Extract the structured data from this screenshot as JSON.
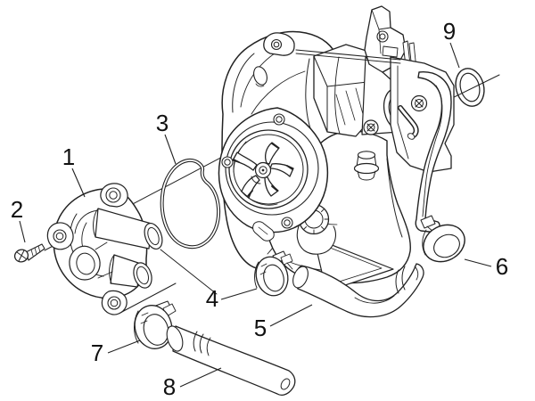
{
  "figure": {
    "type": "exploded-parts-diagram",
    "background": "#ffffff",
    "line_color": "#222222",
    "text_color": "#111111",
    "callouts": [
      {
        "label": "1",
        "part": "water-pump-cover"
      },
      {
        "label": "2",
        "part": "screw"
      },
      {
        "label": "3",
        "part": "gasket-ring"
      },
      {
        "label": "4",
        "part": "hose-clamp"
      },
      {
        "label": "5",
        "part": "elbow-hose"
      },
      {
        "label": "6",
        "part": "band-clamp"
      },
      {
        "label": "7",
        "part": "hose-clamp"
      },
      {
        "label": "8",
        "part": "straight-hose"
      },
      {
        "label": "9",
        "part": "o-ring"
      }
    ]
  }
}
